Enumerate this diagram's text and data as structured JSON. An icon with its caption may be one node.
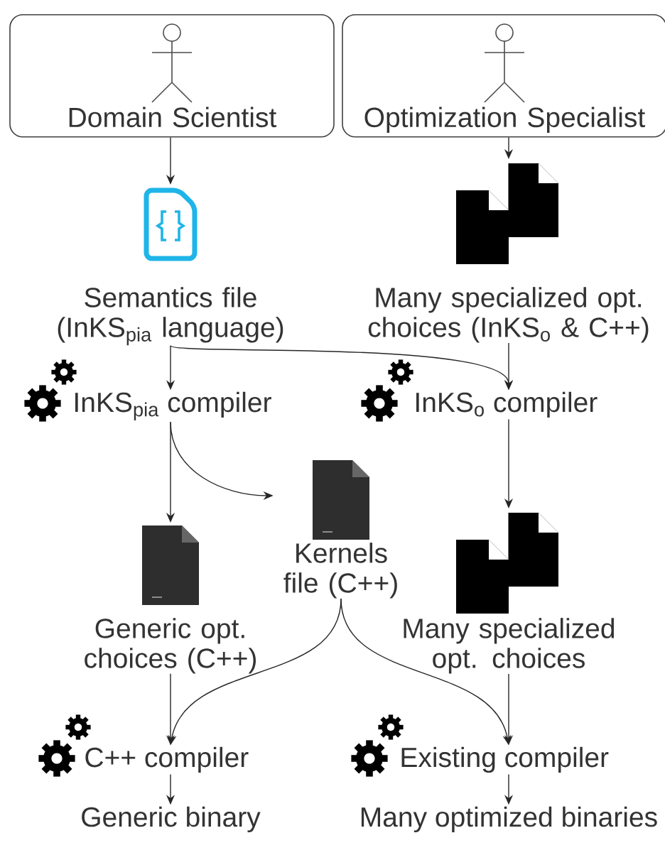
{
  "diagram": {
    "nodes": [
      {
        "text": [
          "Domain Scientist"
        ]
      },
      {
        "text": [
          "Optimization Specialist"
        ]
      },
      {
        "text": [
          "Semantics file (InKS$_{pia}$ language)"
        ]
      },
      {
        "text": [
          "Many specialized opt. choices (InKS$_{o}$ & C++)"
        ]
      },
      {
        "text": [
          "InKS$_{pia}$ compiler"
        ]
      },
      {
        "text": [
          "InKS$_{o}$ compiler"
        ]
      },
      {
        "text": [
          "Kernels file (C++)"
        ]
      },
      {
        "text": [
          "Generic opt. choices (C++)"
        ]
      },
      {
        "text": [
          "Many specialized opt. choices"
        ]
      },
      {
        "text": [
          "C++ compiler"
        ]
      },
      {
        "text": [
          "Existing compiler"
        ]
      },
      {
        "text": [
          "Generic binary"
        ]
      },
      {
        "text": [
          "Many optimized binaries"
        ]
      }
    ],
    "edges": [
      {
        "from": 0,
        "to": 2,
        "arrow": "to"
      },
      {
        "from": 1,
        "to": 3,
        "arrow": "to"
      },
      {
        "from": 2,
        "to": 4,
        "arrow": "to"
      },
      {
        "from": 2,
        "to": 5,
        "arrow": "to"
      },
      {
        "from": 3,
        "to": 5,
        "arrow": "to"
      },
      {
        "from": 4,
        "to": 7,
        "arrow": "to"
      },
      {
        "from": 4,
        "to": 6,
        "arrow": "to"
      },
      {
        "from": 5,
        "to": 8,
        "arrow": "to"
      },
      {
        "from": 7,
        "to": 9,
        "arrow": "to"
      },
      {
        "from": 6,
        "to": 9,
        "arrow": "to"
      },
      {
        "from": 6,
        "to": 10,
        "arrow": "to"
      },
      {
        "from": 8,
        "to": 10,
        "arrow": "to"
      },
      {
        "from": 9,
        "to": 11,
        "arrow": "to"
      },
      {
        "from": 10,
        "to": 12,
        "arrow": "to"
      }
    ]
  }
}
